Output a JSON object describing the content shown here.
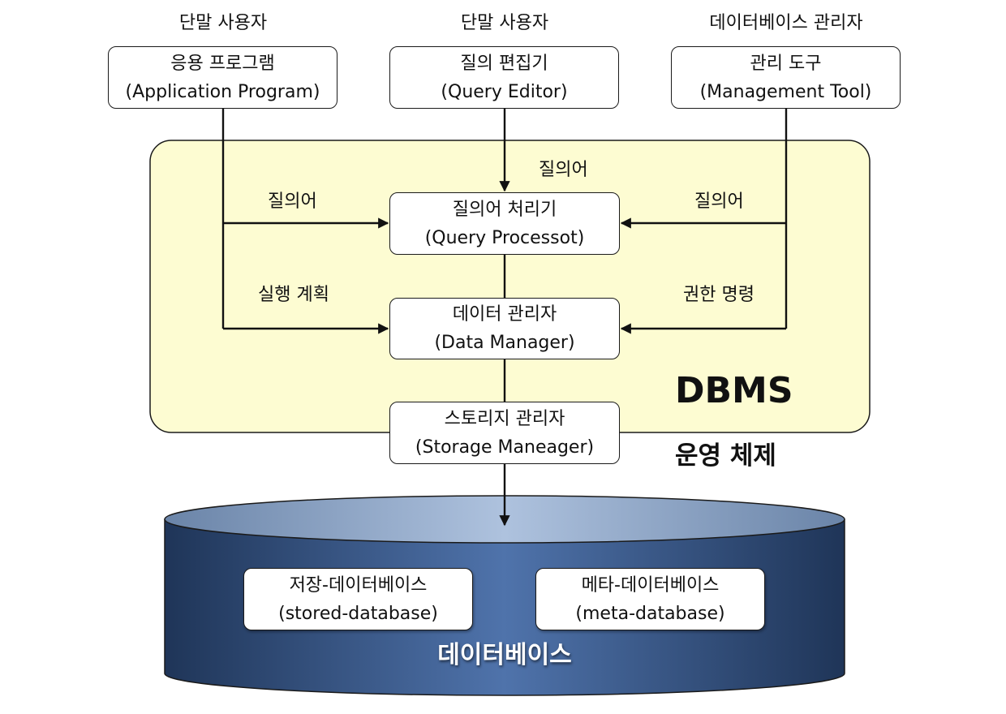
{
  "users": {
    "left": "단말 사용자",
    "middle": "단말 사용자",
    "right": "데이터베이스 관리자"
  },
  "top_boxes": {
    "app": {
      "line1": "응용 프로그램",
      "line2": "(Application Program)"
    },
    "query_editor": {
      "line1": "질의 편집기",
      "line2": "(Query Editor)"
    },
    "mgmt_tool": {
      "line1": "관리 도구",
      "line2": "(Management Tool)"
    }
  },
  "dbms": {
    "label": "DBMS",
    "query_processor": {
      "line1": "질의어 처리기",
      "line2": "(Query Processot)"
    },
    "data_manager": {
      "line1": "데이터 관리자",
      "line2": "(Data Manager)"
    }
  },
  "storage_manager": {
    "line1": "스토리지 관리자",
    "line2": "(Storage Maneager)"
  },
  "os_label": "운영 체제",
  "edge_labels": {
    "query_middle": "질의어",
    "query_left": "질의어",
    "query_right": "질의어",
    "exec_plan": "실행 계획",
    "authority_cmd": "권한 명령"
  },
  "database": {
    "title": "데이터베이스",
    "stored": {
      "line1": "저장-데이터베이스",
      "line2": "(stored-database)"
    },
    "meta": {
      "line1": "메타-데이터베이스",
      "line2": "(meta-database)"
    }
  },
  "colors": {
    "dbms_fill": "#fdfcd2",
    "db_dark": "#1f3558",
    "db_light": "#9db4d6",
    "line": "#111111"
  }
}
